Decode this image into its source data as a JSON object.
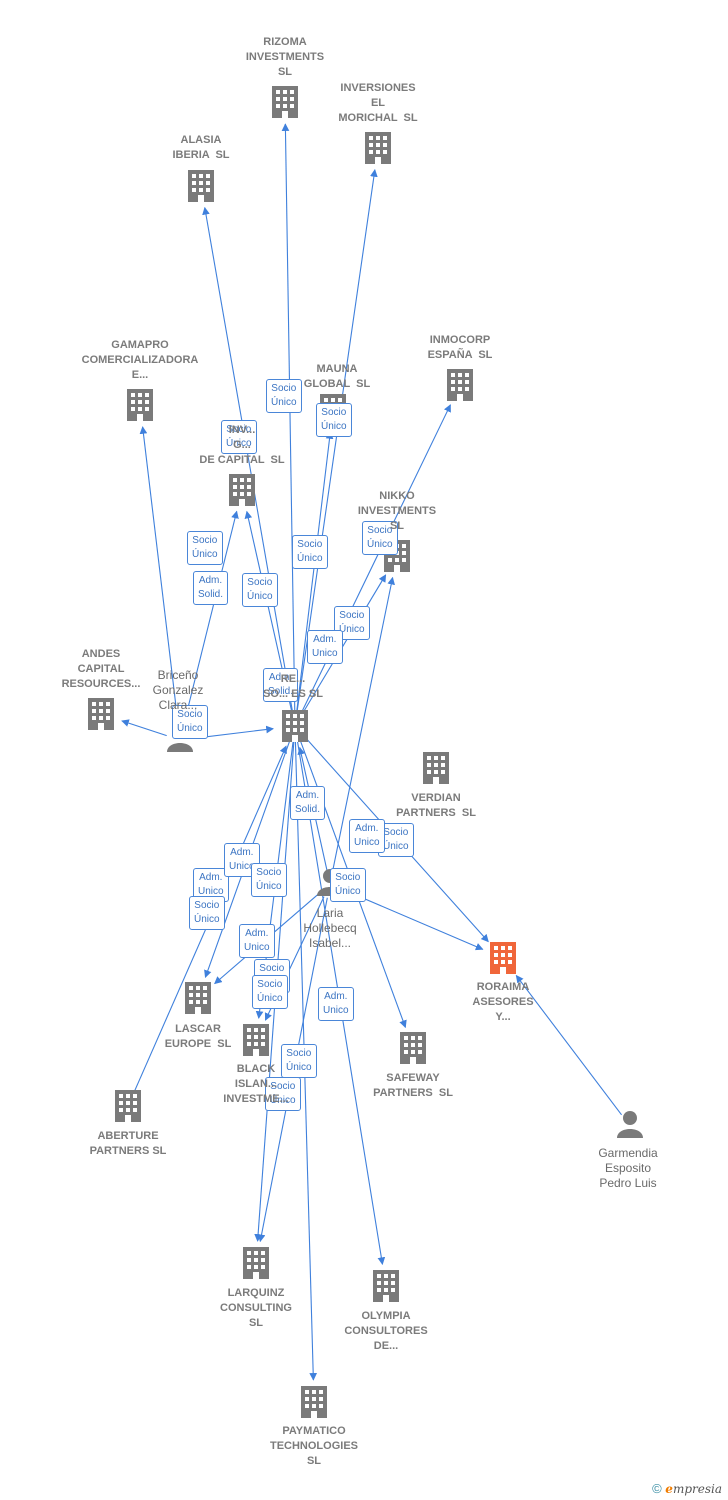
{
  "colors": {
    "node": "#7a7a7a",
    "highlight": "#f0663a",
    "edge": "#3f80dc"
  },
  "nodes": [
    {
      "id": "rizoma",
      "type": "company",
      "label": "RIZOMA\nINVESTMENTS\nSL"
    },
    {
      "id": "inversiones",
      "type": "company",
      "label": "INVERSIONES\nEL\nMORICHAL  SL"
    },
    {
      "id": "alasia",
      "type": "company",
      "label": "ALASIA\nIBERIA  SL"
    },
    {
      "id": "gamapro",
      "type": "company",
      "label": "GAMAPRO\nCOMERCIALIZADORA\nE..."
    },
    {
      "id": "mauna",
      "type": "company",
      "label": "MAUNA\nGLOBAL  SL"
    },
    {
      "id": "inmocorp",
      "type": "company",
      "label": "INMOCORP\nESPAÑA  SL"
    },
    {
      "id": "gestion",
      "type": "company",
      "label": "INV...\nG...\nDE CAPITAL  SL"
    },
    {
      "id": "nikko",
      "type": "company",
      "label": "NIKKO\nINVESTMENTS\nSL"
    },
    {
      "id": "andes",
      "type": "company",
      "label": "ANDES\nCAPITAL\nRESOURCES..."
    },
    {
      "id": "center",
      "type": "company",
      "label": "RE...\nSO... ES SL"
    },
    {
      "id": "verdian",
      "type": "company",
      "label": "VERDIAN\nPARTNERS  SL"
    },
    {
      "id": "roraima",
      "type": "company",
      "highlight": true,
      "label": "RORAIMA\nASESORES\nY..."
    },
    {
      "id": "lascar",
      "type": "company",
      "label": "LASCAR\nEUROPE  SL"
    },
    {
      "id": "black",
      "type": "company",
      "label": "BLACK\nISLAN...\nINVESTME..."
    },
    {
      "id": "safeway",
      "type": "company",
      "label": "SAFEWAY\nPARTNERS  SL"
    },
    {
      "id": "aberture",
      "type": "company",
      "label": "ABERTURE\nPARTNERS SL"
    },
    {
      "id": "larquinz",
      "type": "company",
      "label": "LARQUINZ\nCONSULTING\nSL"
    },
    {
      "id": "olympia",
      "type": "company",
      "label": "OLYMPIA\nCONSULTORES\nDE..."
    },
    {
      "id": "paymatico",
      "type": "company",
      "label": "PAYMATICO\nTECHNOLOGIES\nSL"
    },
    {
      "id": "briceno",
      "type": "person",
      "label": "Briceño\nGonzalez\nClara..."
    },
    {
      "id": "laria",
      "type": "person",
      "label": "Laria\nHollebecq\nIsabel..."
    },
    {
      "id": "garmendia",
      "type": "person",
      "label": "Garmendia\nEsposito\nPedro Luis"
    }
  ],
  "edges": [
    {
      "from": "center",
      "to": "rizoma",
      "label": "Socio\nÚnico"
    },
    {
      "from": "center",
      "to": "inversiones",
      "label": "Socio\nÚnico"
    },
    {
      "from": "center",
      "to": "alasia",
      "label": "Socio\nÚnico"
    },
    {
      "from": "briceno",
      "to": "gamapro",
      "label": "Socio\nÚnico"
    },
    {
      "from": "briceno",
      "to": "gestion",
      "label": "Adm.\nSolid."
    },
    {
      "from": "center",
      "to": "gestion",
      "label": "Socio\nÚnico"
    },
    {
      "from": "center",
      "to": "mauna",
      "label": "Socio\nÚnico"
    },
    {
      "from": "center",
      "to": "inmocorp",
      "label": "Socio\nÚnico"
    },
    {
      "from": "center",
      "to": "nikko",
      "label": "Socio\nÚnico"
    },
    {
      "from": "laria",
      "to": "nikko",
      "label": "Adm.\nUnico"
    },
    {
      "from": "briceno",
      "to": "andes",
      "label": "Socio\nÚnico"
    },
    {
      "from": "briceno",
      "to": "center",
      "label": "Adm.\nSolid."
    },
    {
      "from": "laria",
      "to": "center",
      "label": "Adm.\nSolid."
    },
    {
      "from": "center",
      "to": "roraima",
      "label": "Socio\nÚnico"
    },
    {
      "from": "laria",
      "to": "roraima",
      "label": "Adm.\nUnico"
    },
    {
      "from": "garmendia",
      "to": "roraima",
      "label": "Adm.\nUnico"
    },
    {
      "from": "laria",
      "to": "lascar",
      "label": "Adm.\nUnico"
    },
    {
      "from": "center",
      "to": "lascar",
      "label": "Socio\nÚnico"
    },
    {
      "from": "center",
      "to": "black",
      "label": "Socio\nÚnico"
    },
    {
      "from": "laria",
      "to": "black",
      "label": "Adm.\nUnico"
    },
    {
      "from": "center",
      "to": "safeway",
      "label": "Socio\nÚnico"
    },
    {
      "from": "aberture",
      "to": "center",
      "label": "Socio\nÚnico"
    },
    {
      "from": "center",
      "to": "larquinz",
      "label": "Socio\nÚnico"
    },
    {
      "from": "laria",
      "to": "larquinz",
      "label": "Adm.\nUnico"
    },
    {
      "from": "center",
      "to": "olympia",
      "label": "Socio\nÚnico"
    },
    {
      "from": "center",
      "to": "paymatico",
      "label": "Socio\nÚnico"
    }
  ],
  "copyright": {
    "symbol": "©",
    "brand_initial": "e",
    "brand_rest": "mpresia"
  }
}
